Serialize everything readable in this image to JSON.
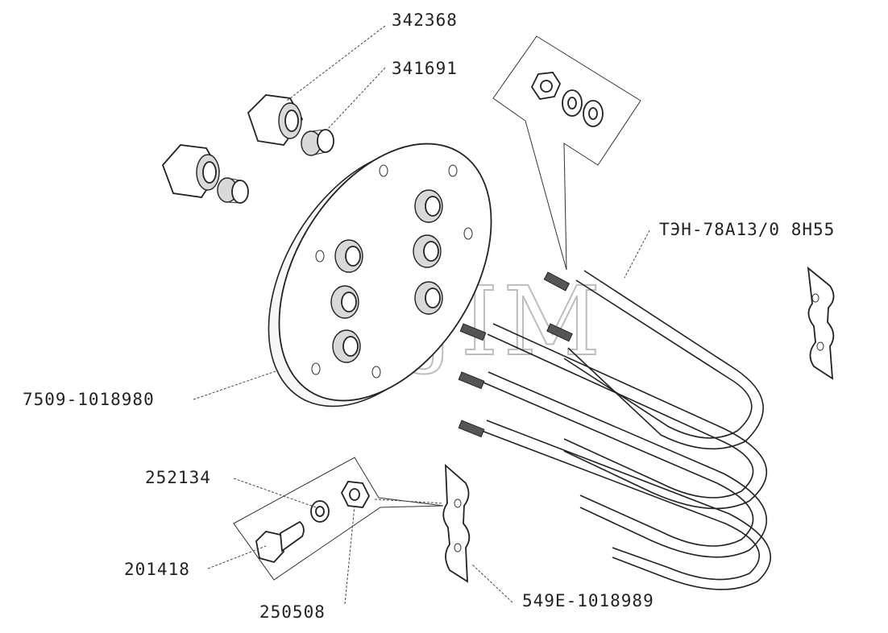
{
  "diagram": {
    "watermark": "CEJIM",
    "labels": {
      "nut_large": "342368",
      "ferrule": "341691",
      "element_code": "ТЭН-78А13/0 8Н55",
      "flange": "7509-1018980",
      "washer": "252134",
      "bolt": "201418",
      "nut_small": "250508",
      "bracket": "549Е-1018989"
    }
  }
}
